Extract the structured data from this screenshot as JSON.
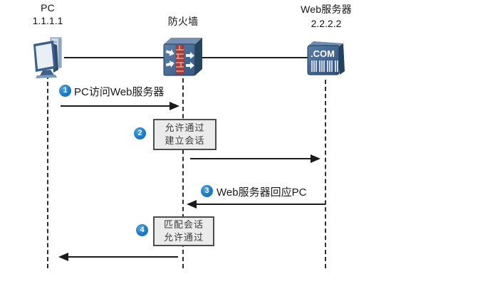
{
  "diagram": {
    "type": "firewall-session-sequence",
    "entities": {
      "pc": {
        "label": "PC",
        "ip": "1.1.1.1"
      },
      "firewall": {
        "label": "防火墙"
      },
      "server": {
        "label": "Web服务器",
        "ip": "2.2.2.2",
        "icon_text": ".COM"
      }
    },
    "steps": {
      "s1": {
        "num": "1",
        "label": "PC访问Web服务器",
        "direction": "pc-to-firewall"
      },
      "s2": {
        "num": "2",
        "box": [
          "允许通过",
          "建立会话"
        ],
        "direction": "firewall-to-server"
      },
      "s3": {
        "num": "3",
        "label": "Web服务器回应PC",
        "direction": "server-to-firewall"
      },
      "s4": {
        "num": "4",
        "box": [
          "匹配会话",
          "允许通过"
        ],
        "direction": "firewall-to-pc"
      }
    },
    "colors": {
      "badge_blue": "#1d7cc2",
      "box_bg": "#ebebeb",
      "box_border": "#4d4d4d",
      "line_black": "#1b1b1b",
      "icon_blue_face": "#4c6f99",
      "icon_blue_dark": "#24415f",
      "firewall_brick_red": "#b5392d"
    }
  }
}
